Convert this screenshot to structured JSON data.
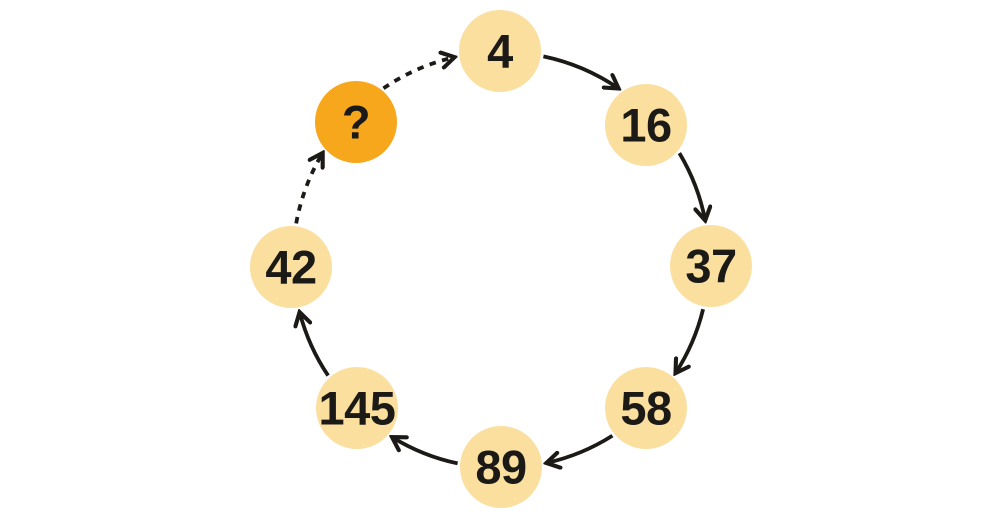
{
  "figure": {
    "description": "Circular number sequence puzzle",
    "nodes": [
      {
        "id": "4",
        "label": "4",
        "highlighted": false
      },
      {
        "id": "16",
        "label": "16",
        "highlighted": false
      },
      {
        "id": "37",
        "label": "37",
        "highlighted": false
      },
      {
        "id": "58",
        "label": "58",
        "highlighted": false
      },
      {
        "id": "89",
        "label": "89",
        "highlighted": false
      },
      {
        "id": "145",
        "label": "145",
        "highlighted": false
      },
      {
        "id": "42",
        "label": "42",
        "highlighted": false
      },
      {
        "id": "unknown",
        "label": "?",
        "highlighted": true
      }
    ],
    "edges": [
      {
        "from": "4",
        "to": "16",
        "style": "solid"
      },
      {
        "from": "16",
        "to": "37",
        "style": "solid"
      },
      {
        "from": "37",
        "to": "58",
        "style": "solid"
      },
      {
        "from": "58",
        "to": "89",
        "style": "solid"
      },
      {
        "from": "89",
        "to": "145",
        "style": "solid"
      },
      {
        "from": "145",
        "to": "42",
        "style": "solid"
      },
      {
        "from": "42",
        "to": "unknown",
        "style": "dashed"
      },
      {
        "from": "unknown",
        "to": "4",
        "style": "dashed"
      }
    ],
    "colors": {
      "background": "#FFFFFF",
      "node_fill": "#FBDF9F",
      "highlighted_node_fill": "#F6A71C",
      "arrow_stroke": "#1C1A17",
      "label_text": "#1C1A17"
    }
  }
}
